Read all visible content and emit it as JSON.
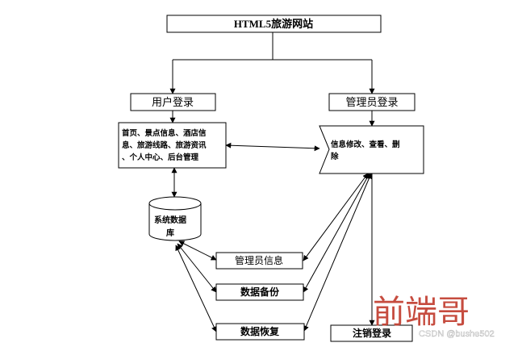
{
  "diagram": {
    "title": "HTML5旅游网站",
    "user_login": "用户登录",
    "admin_login": "管理员登录",
    "user_functions": {
      "line1": "首页、景点信息、酒店信",
      "line2": "息、旅游线路、旅游资讯",
      "line3": "、个人中心、后台管理"
    },
    "admin_functions": {
      "line1": "信息修改、查看、删",
      "line2": "除"
    },
    "database": {
      "line1": "系统数据",
      "line2": "库"
    },
    "admin_info": "管理员信息",
    "data_backup": "数据备份",
    "data_restore": "数据恢复",
    "logout": "注销登录"
  },
  "watermark": {
    "big": "前端哥",
    "small": "CSDN @bushe502"
  },
  "colors": {
    "line": "#000000",
    "box_fill": "#ffffff",
    "watermark": "#c0392b"
  }
}
